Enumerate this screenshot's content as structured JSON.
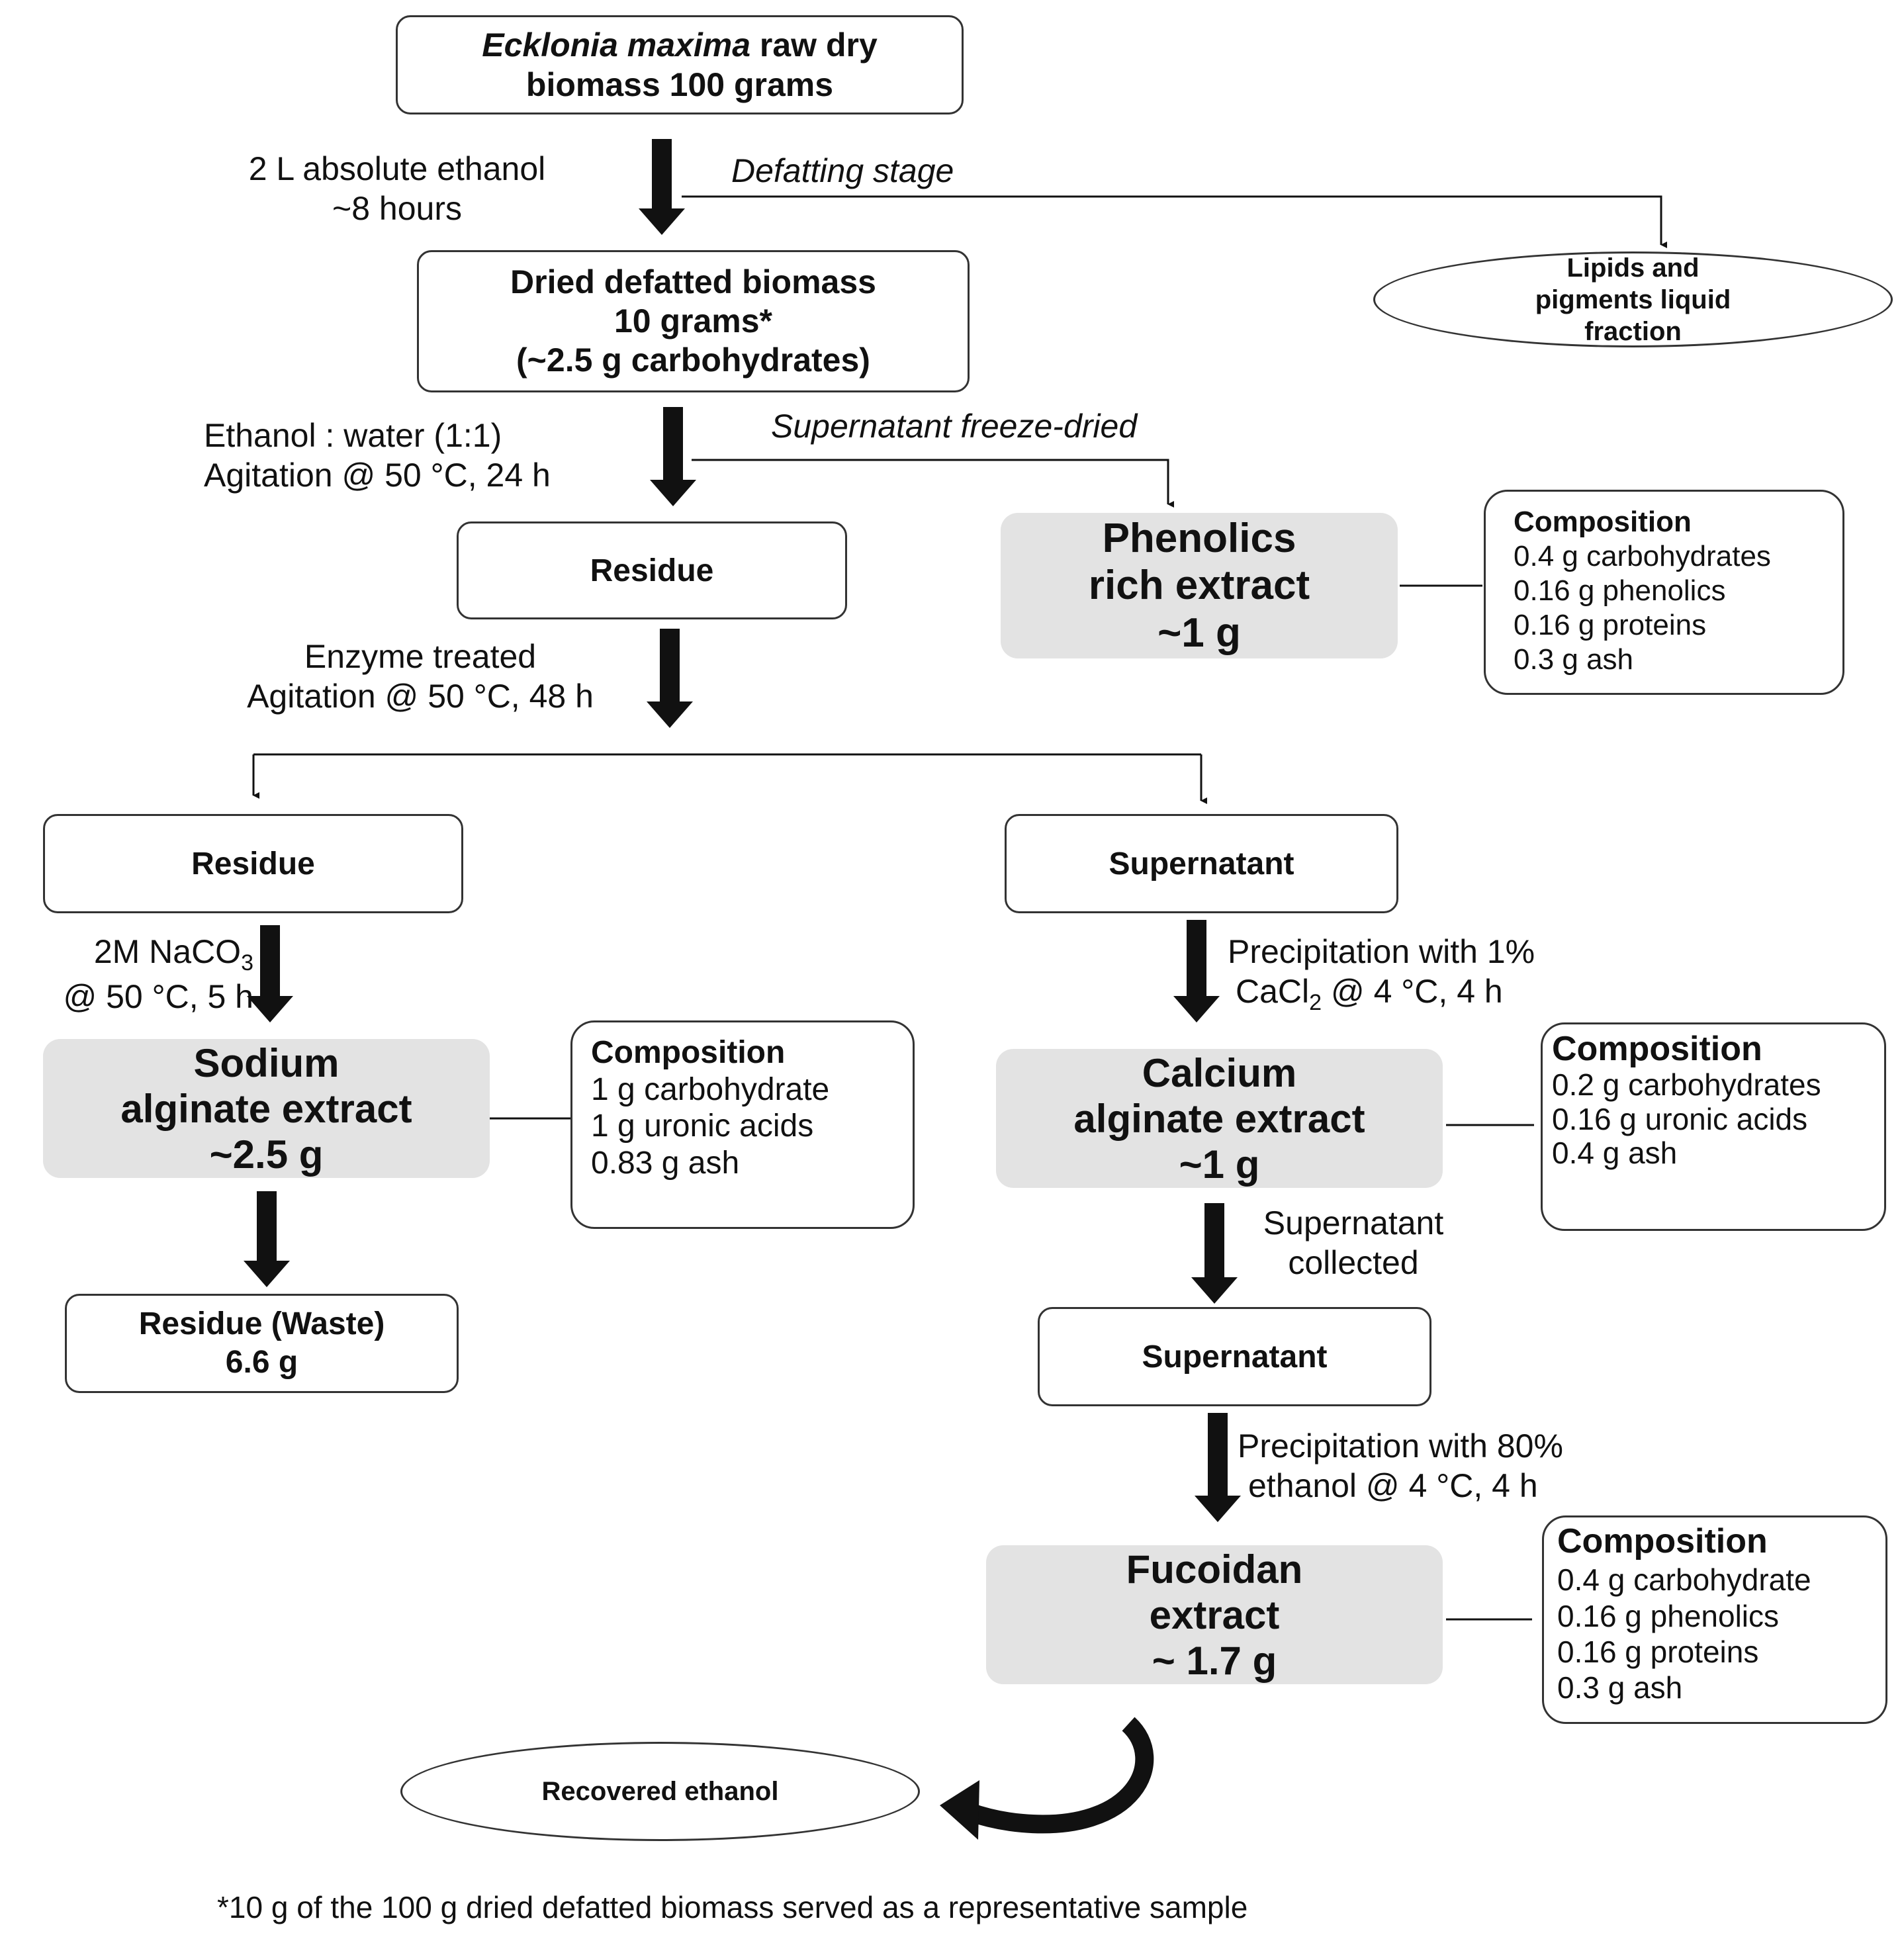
{
  "nodes": {
    "raw_biomass": {
      "line1_italic": "Ecklonia maxima",
      "line1_rest": " raw dry",
      "line2": "biomass 100 grams"
    },
    "defatted": {
      "lines": [
        "Dried defatted biomass",
        "10 grams*",
        "(~2.5 g carbohydrates)"
      ]
    },
    "lipids": {
      "lines": [
        "Lipids and",
        "pigments liquid",
        "fraction"
      ]
    },
    "residue_1": {
      "label": "Residue"
    },
    "phenolics": {
      "lines": [
        "Phenolics",
        "rich extract",
        "~1 g"
      ]
    },
    "residue_2": {
      "label": "Residue"
    },
    "supernatant_1": {
      "label": "Supernatant"
    },
    "sodium_alginate": {
      "lines": [
        "Sodium",
        "alginate extract",
        "~2.5 g"
      ]
    },
    "calcium_alginate": {
      "lines": [
        "Calcium",
        "alginate extract",
        "~1 g"
      ]
    },
    "residue_waste": {
      "lines": [
        "Residue (Waste)",
        "6.6 g"
      ]
    },
    "supernatant_2": {
      "label": "Supernatant"
    },
    "fucoidan": {
      "lines": [
        "Fucoidan",
        "extract",
        "~ 1.7 g"
      ]
    },
    "recovered_ethanol": {
      "label": "Recovered ethanol"
    }
  },
  "compositions": {
    "phenolics": {
      "title": "Composition",
      "items": [
        "0.4 g carbohydrates",
        "0.16 g phenolics",
        "0.16 g proteins",
        "0.3 g ash"
      ]
    },
    "sodium": {
      "title": "Composition",
      "items": [
        "1 g carbohydrate",
        "1 g uronic acids",
        "0.83 g ash"
      ]
    },
    "calcium": {
      "title": "Composition",
      "items": [
        "0.2 g carbohydrates",
        "0.16 g uronic acids",
        "0.4 g ash"
      ]
    },
    "fucoidan": {
      "title": "Composition",
      "items": [
        "0.4 g carbohydrate",
        "0.16 g phenolics",
        "0.16 g proteins",
        "0.3 g ash"
      ]
    }
  },
  "steps": {
    "ethanol_extraction": {
      "lines": [
        "2 L absolute ethanol",
        "~8 hours"
      ]
    },
    "defatting": {
      "label": "Defatting stage"
    },
    "ethanol_water": {
      "lines": [
        "Ethanol : water (1:1)",
        "Agitation @ 50 °C, 24 h"
      ]
    },
    "freeze_dried": {
      "label": "Supernatant freeze-dried"
    },
    "enzyme": {
      "lines": [
        "Enzyme treated",
        "Agitation @ 50 °C, 48 h"
      ]
    },
    "naco3": {
      "line1_main": "2M NaCO",
      "line1_sub": "3",
      "line2": "@ 50 °C, 5 h"
    },
    "cacl2": {
      "line1": "Precipitation with 1%",
      "line2_main": "CaCl",
      "line2_sub": "2",
      "line2_rest": " @ 4 °C, 4 h"
    },
    "supernatant_collected": {
      "lines": [
        "Supernatant",
        "collected"
      ]
    },
    "ethanol_precip": {
      "lines": [
        "Precipitation with 80%",
        "ethanol @ 4 °C, 4 h"
      ]
    }
  },
  "footnote": "*10 g of the 100 g dried defatted biomass served as a representative sample"
}
